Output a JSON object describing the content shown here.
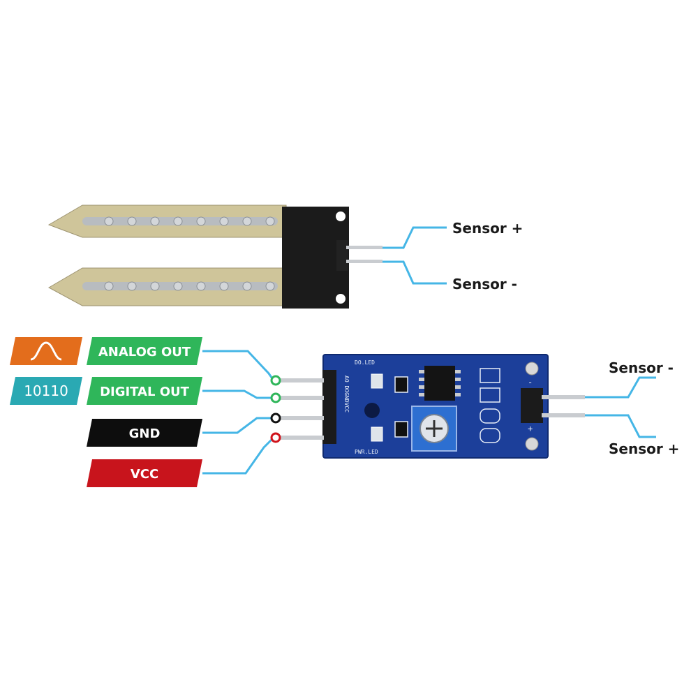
{
  "probe": {
    "sensor_plus": "Sensor +",
    "sensor_minus": "Sensor -"
  },
  "module": {
    "sensor_minus": "Sensor -",
    "sensor_plus": "Sensor +",
    "silk_do_led": "DO.LED",
    "silk_pins": "AO DOGNDVCC",
    "silk_pwr_led": "PWR.LED",
    "silk_minus": "-",
    "silk_plus": "+"
  },
  "pins": [
    {
      "label": "ANALOG OUT",
      "icon_label": "",
      "icon": "sine-wave-icon",
      "color": "#2fb65a",
      "icon_color": "#e36d1c",
      "dot": "#2fb65a"
    },
    {
      "label": "DIGITAL OUT",
      "icon_label": "10110",
      "icon": "binary-icon",
      "color": "#2fb65a",
      "icon_color": "#2aa9b3",
      "dot": "#2fb65a"
    },
    {
      "label": "GND",
      "icon_label": "",
      "icon": "",
      "color": "#0d0d0d",
      "icon_color": "",
      "dot": "#111111"
    },
    {
      "label": "VCC",
      "icon_label": "",
      "icon": "",
      "color": "#c8141c",
      "icon_color": "",
      "dot": "#d0141c"
    }
  ],
  "colors": {
    "wire": "#45b6e6",
    "pcb_blue": "#1c3f9a",
    "probe_board": "#cfc59a",
    "probe_trace": "#b8bcc0",
    "header_black": "#1b1b1b"
  }
}
